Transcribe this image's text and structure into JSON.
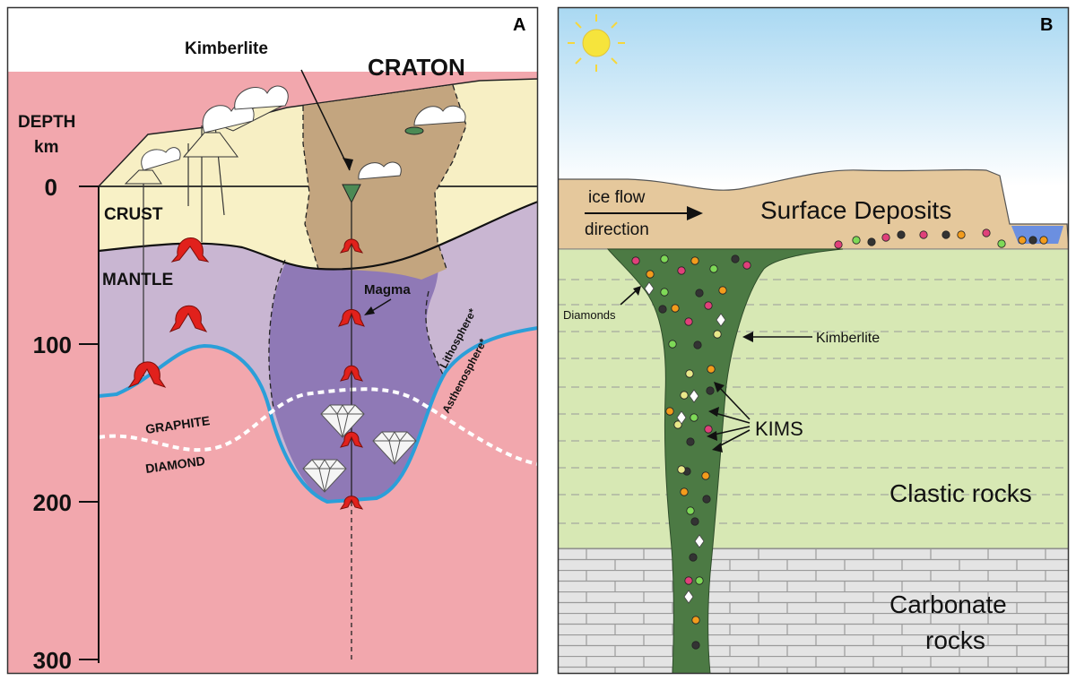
{
  "panel_a": {
    "letter": "A",
    "kimberlite_label": "Kimberlite",
    "craton_label": "CRATON",
    "depth_title": "DEPTH",
    "depth_unit": "km",
    "depth_ticks": [
      "0",
      "100",
      "200",
      "300"
    ],
    "crust_label": "CRUST",
    "mantle_label": "MANTLE",
    "magma_label": "Magma",
    "lithosphere_label": "Lithosphere*",
    "asthenosphere_label": "Asthenosphere*",
    "graphite_label": "GRAPHITE",
    "diamond_label": "DIAMOND",
    "colors": {
      "surface": "#f7efc4",
      "crust": "#f8f1c6",
      "craton": "#c3a57f",
      "mantle": "#c9b6d2",
      "lithosphere_root": "#8f79b6",
      "asthenosphere": "#f2a7ad",
      "boundary": "#2b9fd9",
      "magma": "#e1211c"
    }
  },
  "panel_b": {
    "letter": "B",
    "ice_flow_line1": "ice flow",
    "ice_flow_line2": "direction",
    "surface_deposits_label": "Surface Deposits",
    "diamonds_label": "Diamonds",
    "kimberlite_label": "Kimberlite",
    "kims_label": "KIMS",
    "clastic_label": "Clastic rocks",
    "carbonate_line1": "Carbonate",
    "carbonate_line2": "rocks",
    "colors": {
      "sky_top": "#a9d8f2",
      "sky_bottom": "#ffffff",
      "deposits": "#e5c89c",
      "clastic": "#d7e8b4",
      "carbonate": "#e4e4e4",
      "kimberlite": "#4c7a44",
      "sun": "#f6e43c"
    }
  }
}
